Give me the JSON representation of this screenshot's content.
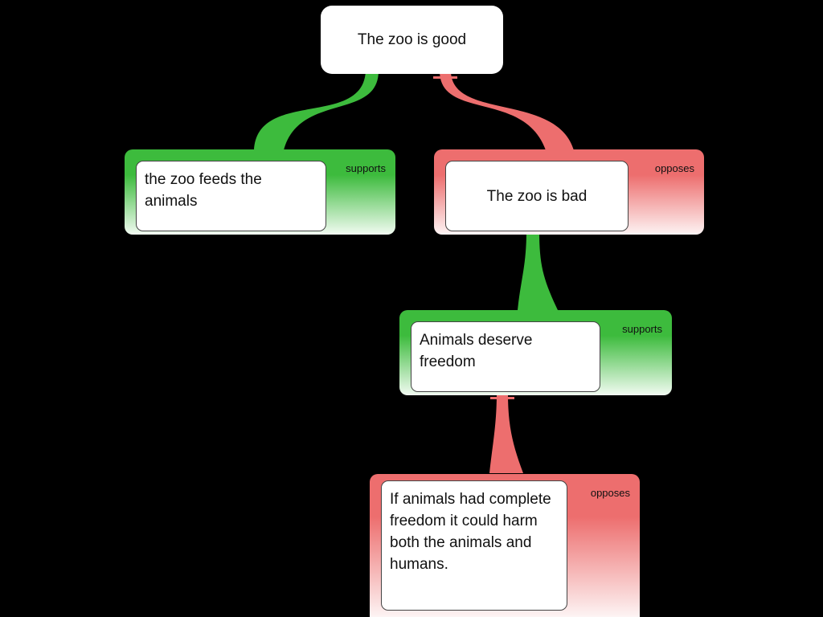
{
  "background": "#000000",
  "colors": {
    "support_green": "#3dbb3d",
    "oppose_red": "#ed6e6e"
  },
  "root": {
    "text": "The zoo is good"
  },
  "nodes": [
    {
      "relation_label": "supports",
      "text": "the zoo feeds the animals"
    },
    {
      "relation_label": "opposes",
      "text": "The zoo is bad"
    },
    {
      "relation_label": "supports",
      "text": "Animals deserve freedom"
    },
    {
      "relation_label": "opposes",
      "text": "If animals had complete freedom it could harm both the animals and humans."
    }
  ]
}
